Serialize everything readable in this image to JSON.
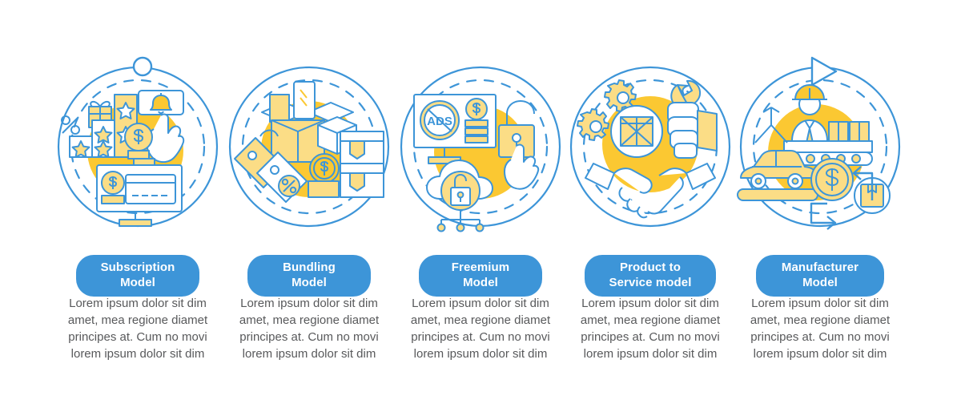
{
  "infographic": {
    "title": "Business model types infographic",
    "colors": {
      "accent_blue": "#3d95d8",
      "line_blue": "#3d95d8",
      "fill_yellow": "#fbc832",
      "fill_yellow_light": "#fbdd86",
      "body_text": "#58595b",
      "background": "#ffffff"
    },
    "steps": [
      {
        "id": "subscription",
        "label": "Subscription\nModel",
        "description": "Lorem ipsum dolor sit dim amet, mea regione diamet principes at. Cum no movi lorem ipsum dolor sit dim",
        "icon": "subscription-rating-card-icon",
        "icon_parts": [
          "gift-box",
          "star-bar-chart",
          "percent-badge",
          "bell-notification",
          "pointing-hand",
          "dollar-coin",
          "credit-card",
          "desktop-monitor"
        ],
        "marker": "circle"
      },
      {
        "id": "bundling",
        "label": "Bundling\nModel",
        "description": "Lorem ipsum dolor sit dim amet, mea regione diamet principes at. Cum no movi lorem ipsum dolor sit dim",
        "icon": "bundling-boxes-tags-icon",
        "icon_parts": [
          "open-carton-box",
          "product-cube",
          "price-tags",
          "percent-tag",
          "dollar-coin",
          "stacked-boxes"
        ],
        "marker": "none"
      },
      {
        "id": "freemium",
        "label": "Freemium\nModel",
        "description": "Lorem ipsum dolor sit dim amet, mea regione diamet principes at. Cum no movi lorem ipsum dolor sit dim",
        "icon": "freemium-noads-lock-icon",
        "icon_parts": [
          "no-ads-badge",
          "monitor",
          "coin-stack",
          "open-padlock",
          "pointing-hand",
          "cloud-lock",
          "network-nodes"
        ],
        "icon_text": "ADS",
        "marker": "none"
      },
      {
        "id": "product-to-service",
        "label": "Product to\nService model",
        "description": "Lorem ipsum dolor sit dim amet, mea regione diamet principes at. Cum no movi lorem ipsum dolor sit dim",
        "icon": "product-to-service-handshake-icon",
        "icon_parts": [
          "gears",
          "boxed-product-badge",
          "hand-with-wrench",
          "handshake"
        ],
        "marker": "none"
      },
      {
        "id": "manufacturer",
        "label": "Manufacturer\nModel",
        "description": "Lorem ipsum dolor sit dim amet, mea regione diamet principes at. Cum no movi lorem ipsum dolor sit dim",
        "icon": "manufacturer-assembly-line-icon",
        "icon_parts": [
          "worker-with-helmet",
          "conveyor-belt",
          "parcel-boxes",
          "car-on-line",
          "crane-hook",
          "dollar-coin",
          "package-box",
          "cycle-arrows"
        ],
        "marker": "triangle"
      }
    ]
  }
}
